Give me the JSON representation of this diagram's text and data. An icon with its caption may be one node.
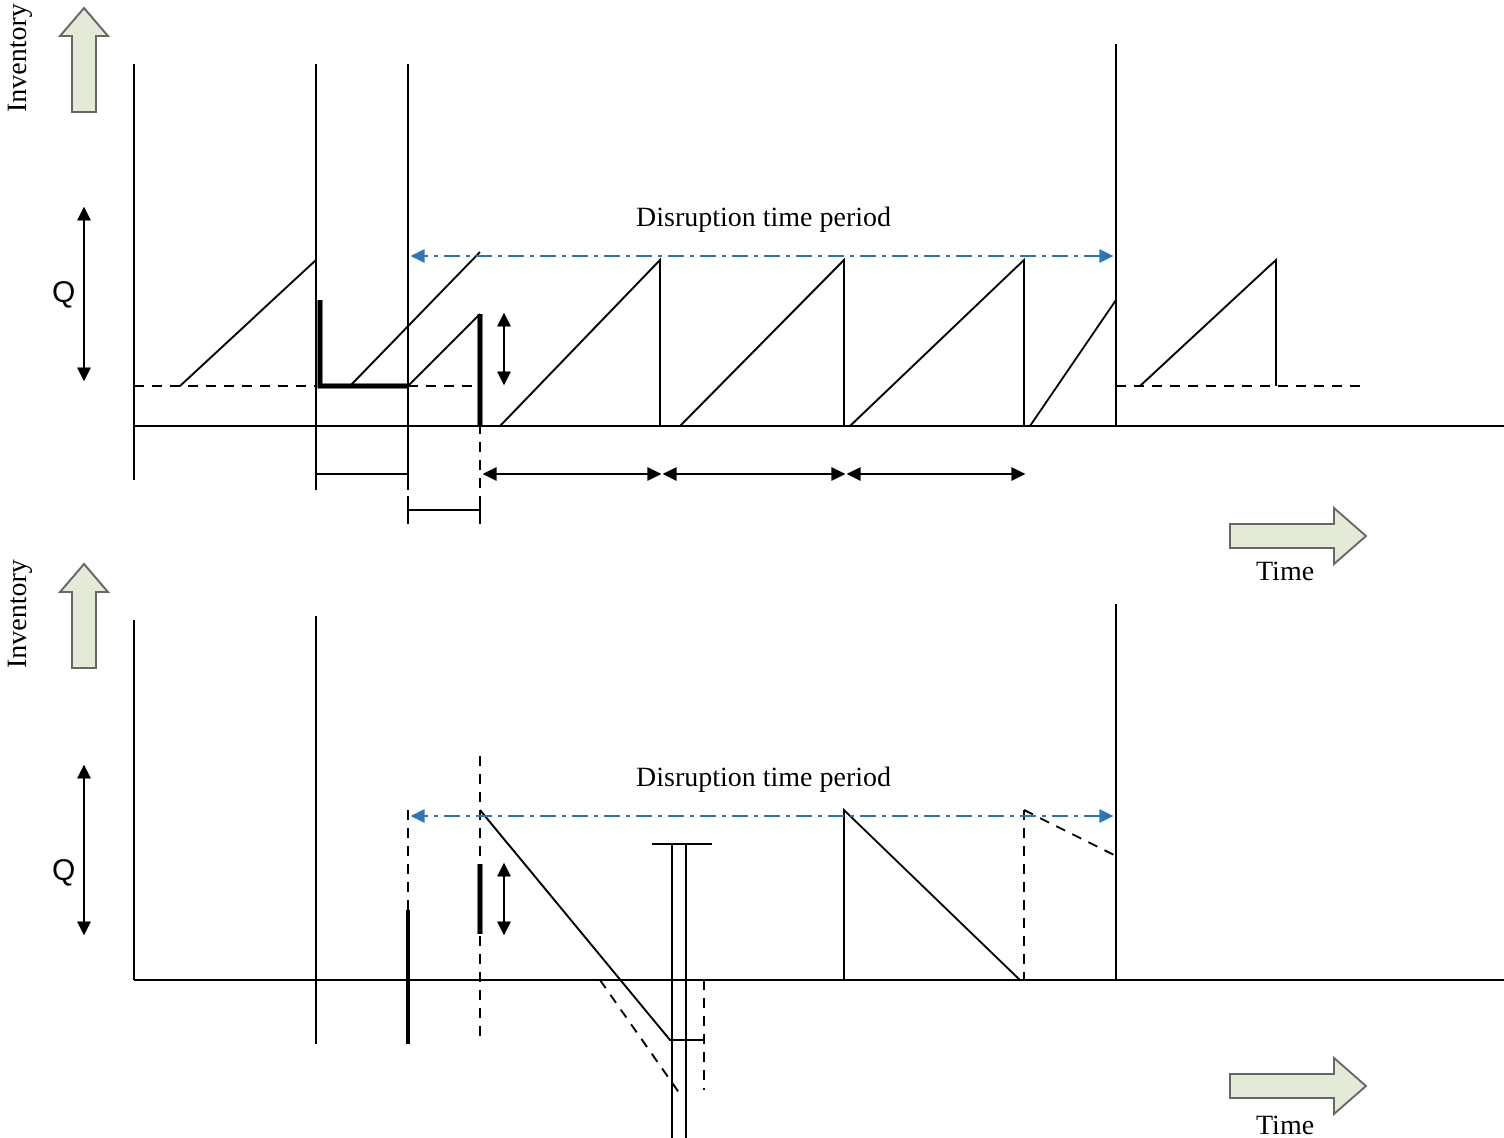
{
  "diagram": {
    "labels": [
      "Inventory",
      "Disruption time period",
      "Q",
      "Time",
      "Inventory",
      "Disruption time period",
      "Q",
      "Time"
    ]
  }
}
